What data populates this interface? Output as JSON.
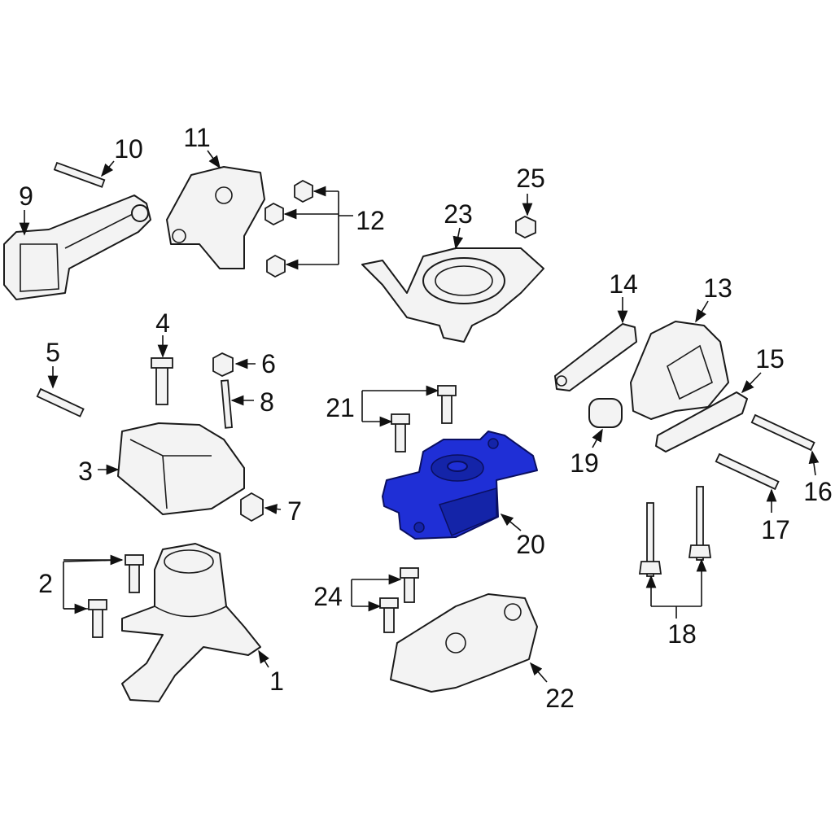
{
  "diagram": {
    "title": "Engine & transmission mounts exploded diagram",
    "highlight_color": "#1f2fd6",
    "highlighted_part": "20",
    "callouts": [
      "1",
      "2",
      "3",
      "4",
      "5",
      "6",
      "7",
      "8",
      "9",
      "10",
      "11",
      "12",
      "13",
      "14",
      "15",
      "16",
      "17",
      "18",
      "19",
      "20",
      "21",
      "22",
      "23",
      "24",
      "25"
    ]
  }
}
